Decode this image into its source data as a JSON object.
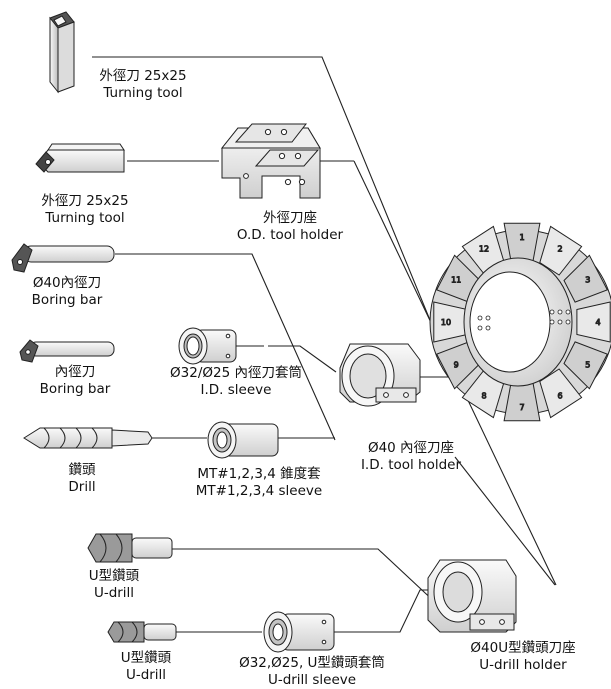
{
  "labels": {
    "od_tool_1": {
      "zh": "外徑刀 25x25",
      "en": "Turning tool"
    },
    "od_tool_2": {
      "zh": "外徑刀 25x25",
      "en": "Turning tool"
    },
    "od_holder": {
      "zh": "外徑刀座",
      "en": "O.D. tool holder"
    },
    "boring_bar_40": {
      "zh": "Ø40內徑刀",
      "en": "Boring bar"
    },
    "boring_bar": {
      "zh": "內徑刀",
      "en": "Boring bar"
    },
    "id_sleeve": {
      "zh": "Ø32/Ø25 內徑刀套筒",
      "en": "I.D. sleeve"
    },
    "id_holder": {
      "zh": "Ø40 內徑刀座",
      "en": "I.D. tool holder"
    },
    "drill": {
      "zh": "鑽頭",
      "en": "Drill"
    },
    "mt_sleeve": {
      "zh": "MT#1,2,3,4 錐度套",
      "en": "MT#1,2,3,4 sleeve"
    },
    "u_drill_1": {
      "zh": "U型鑽頭",
      "en": "U-drill"
    },
    "u_drill_2": {
      "zh": "U型鑽頭",
      "en": "U-drill"
    },
    "u_drill_sleeve": {
      "zh": "Ø32,Ø25, U型鑽頭套筒",
      "en": "U-drill sleeve"
    },
    "u_drill_holder": {
      "zh": "Ø40U型鑽頭刀座",
      "en": "U-drill holder"
    }
  },
  "turret_station_numbers": [
    "1",
    "2",
    "3",
    "4",
    "5",
    "6",
    "7",
    "8",
    "9",
    "10",
    "11",
    "12"
  ],
  "colors": {
    "line": "#222222",
    "part_fill": "#f2f2f2",
    "part_shade": "#cfcfcf",
    "part_dark": "#8a8a8a"
  }
}
